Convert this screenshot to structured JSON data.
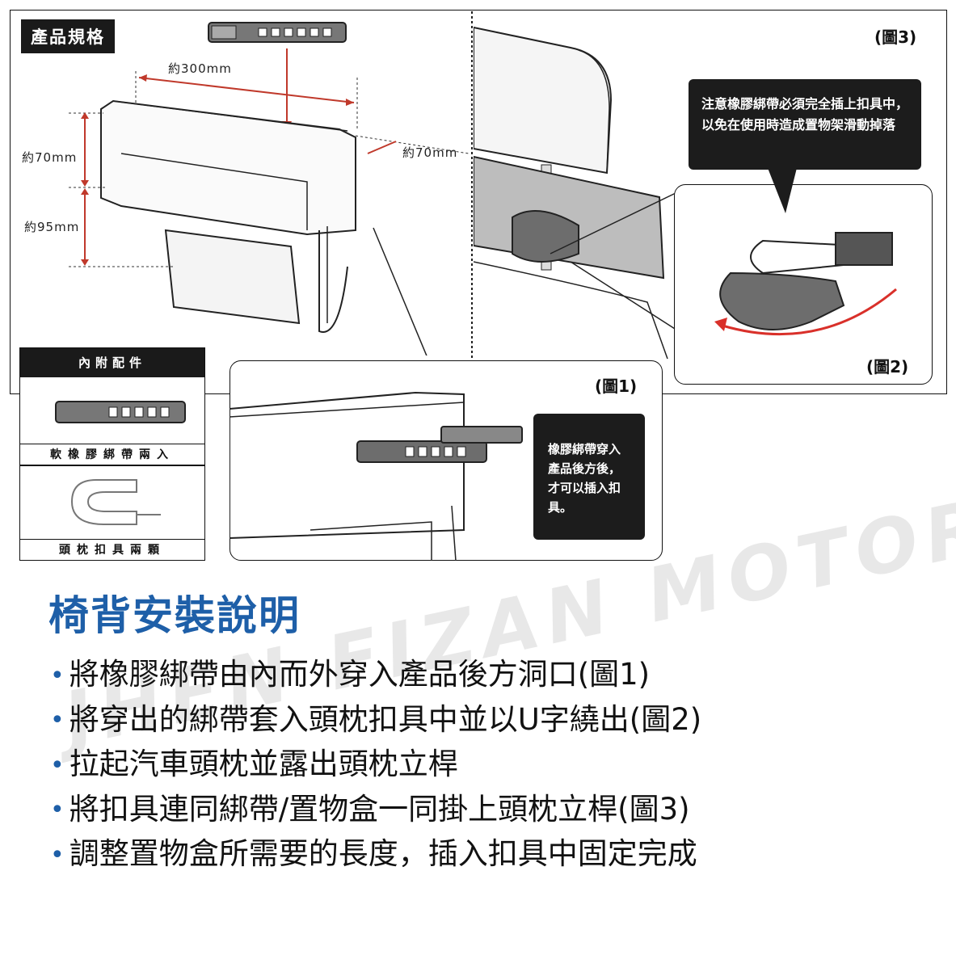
{
  "spec": {
    "tag": "產品規格",
    "width": "約300mm",
    "depth": "約70mm",
    "height_top": "約70mm",
    "height_bottom": "約95mm"
  },
  "accessories": {
    "header": "內附配件",
    "strap_caption": "軟橡膠綁帶兩入",
    "clip_caption": "頭枕扣具兩顆"
  },
  "figures": {
    "fig1": "(圖1)",
    "fig2": "(圖2)",
    "fig3": "(圖3)"
  },
  "notes": {
    "warning": "注意橡膠綁帶必須完全插上扣具中，以免在使用時造成置物架滑動掉落",
    "insert": "橡膠綁帶穿入產品後方後，才可以插入扣具。"
  },
  "instructions": {
    "title": "椅背安裝說明",
    "steps": [
      "將橡膠綁帶由內而外穿入產品後方洞口(圖1)",
      "將穿出的綁帶套入頭枕扣具中並以U字繞出(圖2)",
      "拉起汽車頭枕並露出頭枕立桿",
      "將扣具連同綁帶/置物盒一同掛上頭枕立桿(圖3)",
      "調整置物盒所需要的長度，插入扣具中固定完成"
    ]
  },
  "watermark": "JHEN FIZAN MOTOR WORLD",
  "colors": {
    "accent": "#1e5fa8",
    "callout_bg": "#1c1c1c",
    "arrow": "#d9302a"
  }
}
